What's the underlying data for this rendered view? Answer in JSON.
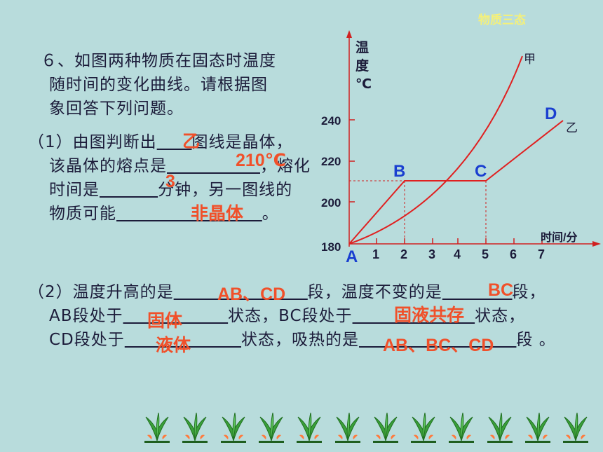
{
  "header": {
    "tag": "物质三态"
  },
  "question": {
    "title": [
      "６、如图两种物质在固态时温度",
      "随时间的变化曲线。请根据图",
      "象回答下列问题。"
    ],
    "p1": {
      "l1a": "（1）由图判断出",
      "l1b": "图线是晶体，",
      "l2a": "该晶体的熔点是",
      "l2b": "，熔化",
      "l3a": "时间是",
      "l3b": "分钟，另一图线的",
      "l4a": "物质可能",
      "l4b": "。"
    },
    "p2": {
      "l1a": "（2）温度升高的是",
      "l1b": "段，温度不变的是",
      "l1c": "段，",
      "l2a": "AB段处于",
      "l2b": "状态，BC段处于",
      "l2c": "状态，",
      "l3a": "CD段处于",
      "l3b": "状态，吸热的是",
      "l3c": "段 。"
    }
  },
  "answers": {
    "crystal": "乙",
    "melting_point": "210℃",
    "melting_time": "3",
    "other": "非晶体",
    "rising": "AB、CD",
    "constant": "BC",
    "ab_state": "固体",
    "bc_state": "固液共存",
    "cd_state": "液体",
    "absorb": "AB、BC、CD"
  },
  "graph": {
    "y_label": [
      "温",
      "度",
      "℃"
    ],
    "x_label": "时间/分",
    "y_ticks": [
      "240",
      "220",
      "200",
      "180"
    ],
    "x_ticks": [
      "1",
      "2",
      "3",
      "4",
      "5",
      "6",
      "7"
    ],
    "points": {
      "A": "A",
      "B": "B",
      "C": "C",
      "D": "D"
    },
    "curve_jia": "甲",
    "curve_yi": "乙"
  },
  "colors": {
    "answer": "#f0502a",
    "curve": "#e02020",
    "point": "#1a3fd0",
    "background": "#b8dcdc"
  },
  "decor": {
    "plant_count": 12
  }
}
